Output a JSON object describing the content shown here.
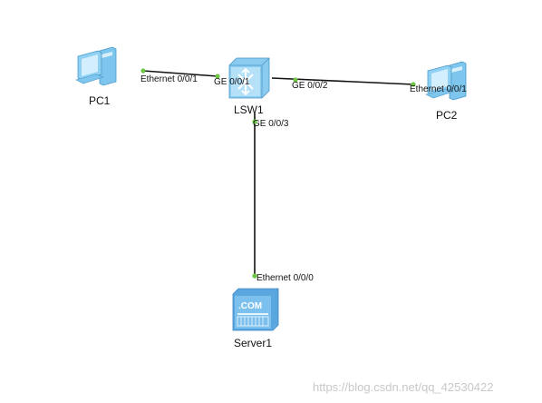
{
  "colors": {
    "link": "#111111",
    "port_dot": "#6cc644",
    "pc_body": "#7fc6ee",
    "pc_screen": "#bfe6fb",
    "switch_body": "#8ccbf0",
    "server_body": "#5aa7e0",
    "watermark": "#c8c8c8"
  },
  "devices": {
    "pc1": {
      "label": "PC1",
      "icon": "pc-icon"
    },
    "pc2": {
      "label": "PC2",
      "icon": "pc-icon"
    },
    "lsw1": {
      "label": "LSW1",
      "icon": "switch-icon"
    },
    "server1": {
      "label": "Server1",
      "icon": "server-icon",
      "badge": ".COM"
    }
  },
  "ports": {
    "pc1_eth": "Ethernet 0/0/1",
    "lsw1_ge1": "GE 0/0/1",
    "lsw1_ge2": "GE 0/0/2",
    "pc2_eth": "Ethernet 0/0/1",
    "lsw1_ge3": "GE 0/0/3",
    "server_eth": "Ethernet 0/0/0"
  },
  "watermark": "https://blog.csdn.net/qq_42530422"
}
